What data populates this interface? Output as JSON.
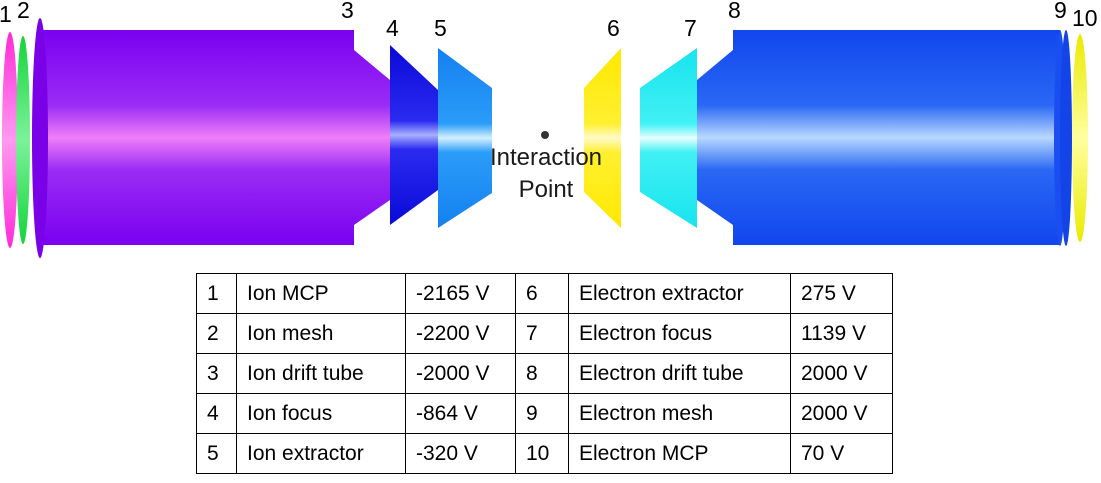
{
  "diagram": {
    "labels": {
      "n1": "1",
      "n2": "2",
      "n3": "3",
      "n4": "4",
      "n5": "5",
      "n6": "6",
      "n7": "7",
      "n8": "8",
      "n9": "9",
      "n10": "10"
    },
    "interaction_point": {
      "line1": "Interaction",
      "line2": "Point"
    },
    "colors": {
      "ion_mcp": "#ff33dd",
      "ion_mesh": "#22dd44",
      "ion_drift_tube": "#8a0cf0",
      "ion_focus": "#1414e0",
      "ion_extractor": "#1a8cf5",
      "electron_extractor": "#ffee00",
      "electron_focus": "#22eeee",
      "electron_drift_tube": "#1450f0",
      "electron_mesh": "#1450f0",
      "electron_mcp": "#f2f200"
    }
  },
  "table": {
    "rows": [
      {
        "n_left": "1",
        "name_left": "Ion MCP",
        "v_left": "-2165 V",
        "n_right": "6",
        "name_right": "Electron extractor",
        "v_right": "275 V"
      },
      {
        "n_left": "2",
        "name_left": "Ion mesh",
        "v_left": "-2200 V",
        "n_right": "7",
        "name_right": "Electron focus",
        "v_right": "1139 V"
      },
      {
        "n_left": "3",
        "name_left": "Ion drift tube",
        "v_left": "-2000 V",
        "n_right": "8",
        "name_right": "Electron drift tube",
        "v_right": "2000 V"
      },
      {
        "n_left": "4",
        "name_left": "Ion focus",
        "v_left": "-864 V",
        "n_right": "9",
        "name_right": "Electron mesh",
        "v_right": "2000 V"
      },
      {
        "n_left": "5",
        "name_left": "Ion extractor",
        "v_left": "-320 V",
        "n_right": "10",
        "name_right": "Electron MCP",
        "v_right": "70 V"
      }
    ]
  }
}
